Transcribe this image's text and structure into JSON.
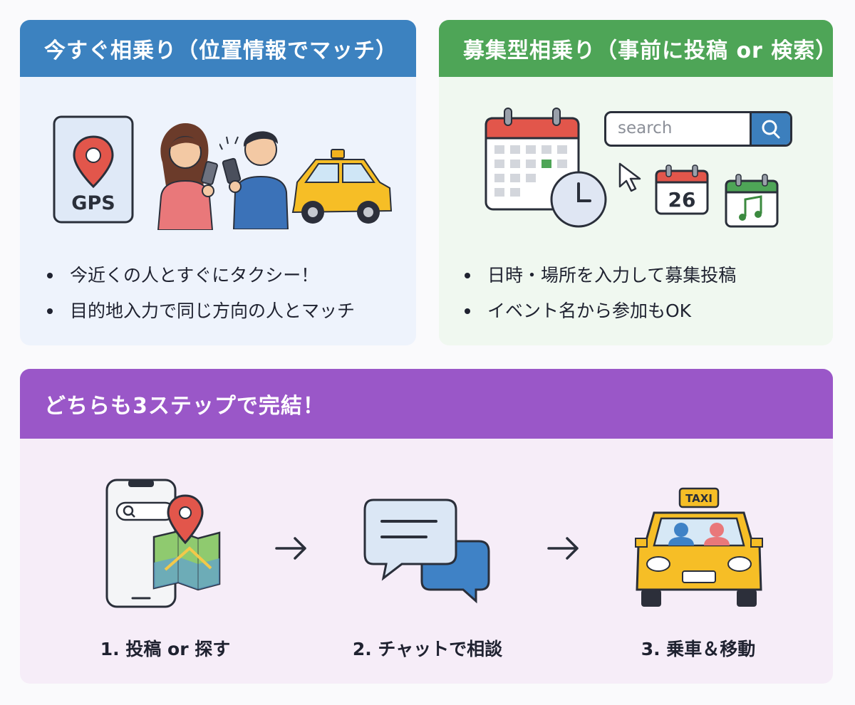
{
  "now_card": {
    "title": "今すぐ相乗り（位置情報でマッチ）",
    "gps_label": "GPS",
    "bullets": [
      "今近くの人とすぐにタクシー！",
      "目的地入力で同じ方向の人とマッチ"
    ],
    "colors": {
      "header": "#3c82c0",
      "background": "#eef3fc"
    }
  },
  "recruit_card": {
    "title": "募集型相乗り（事前に投稿 or 検索）",
    "search_placeholder": "search",
    "calendar_date": "26",
    "bullets": [
      "日時・場所を入力して募集投稿",
      "イベント名から参加もOK"
    ],
    "colors": {
      "header": "#4ea557",
      "background": "#f0f8f0"
    }
  },
  "steps_card": {
    "title": "どちらも3ステップで完結！",
    "steps": [
      {
        "label": "1. 投稿 or 探す",
        "icon": "phone-map-icon"
      },
      {
        "label": "2. チャットで相談",
        "icon": "chat-bubbles-icon"
      },
      {
        "label": "3. 乗車＆移動",
        "icon": "taxi-front-icon"
      }
    ],
    "taxi_sign": "TAXI",
    "colors": {
      "header": "#9a57c8",
      "background": "#f6edf8"
    }
  }
}
